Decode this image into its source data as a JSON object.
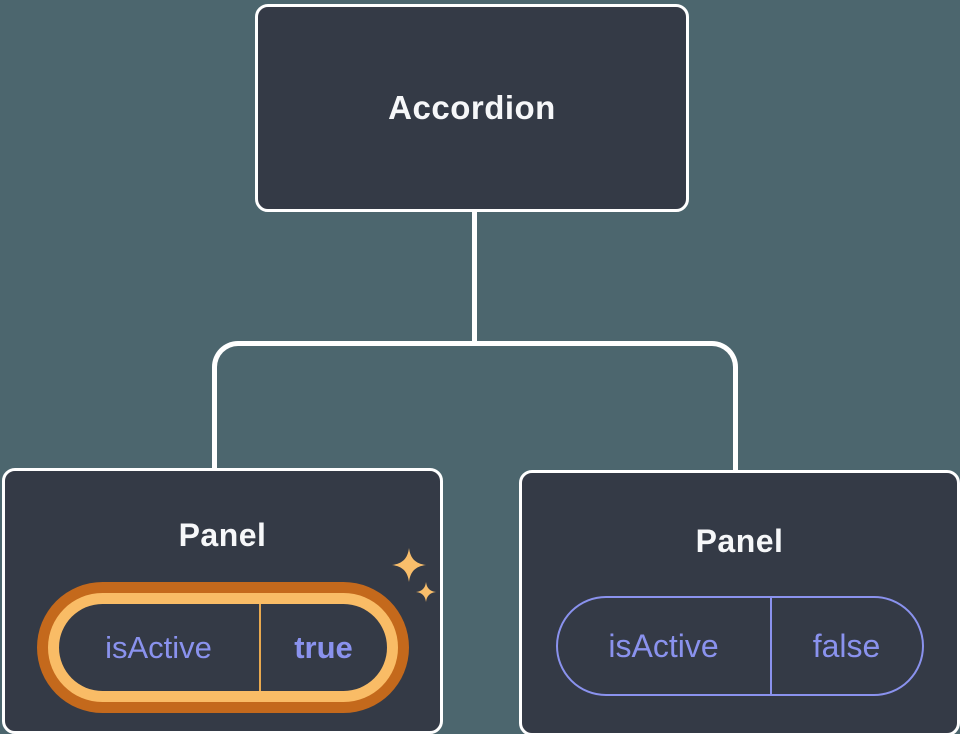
{
  "diagram": {
    "root": {
      "label": "Accordion"
    },
    "panels": [
      {
        "title": "Panel",
        "state": {
          "key": "isActive",
          "value": "true"
        },
        "highlighted": true
      },
      {
        "title": "Panel",
        "state": {
          "key": "isActive",
          "value": "false"
        },
        "highlighted": false
      }
    ],
    "colors": {
      "background": "#4C666E",
      "card_fill": "#343A46",
      "connector_line": "#FFFFFF",
      "state_text_purple": "#8A92EE",
      "highlight_ring_outer_orange": "#C4691C",
      "highlight_ring_inner_gold": "#F9BC66",
      "highlight_divider_gold": "#E9A94F",
      "sparkle_gold": "#F9BE6B",
      "title_text": "#F6F7F9"
    }
  }
}
